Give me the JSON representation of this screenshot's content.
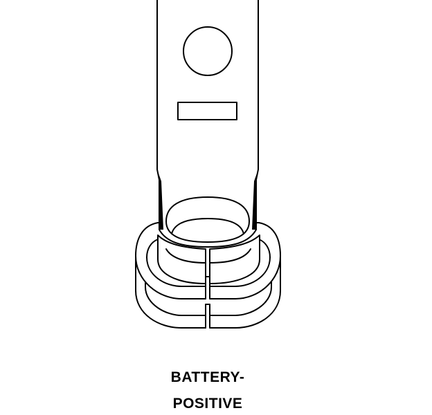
{
  "caption": {
    "line1": "BATTERY-",
    "line2": "POSITIVE"
  },
  "drawing": {
    "subject": "battery positive terminal clamp",
    "line_color": "#000000",
    "background": "#ffffff"
  }
}
